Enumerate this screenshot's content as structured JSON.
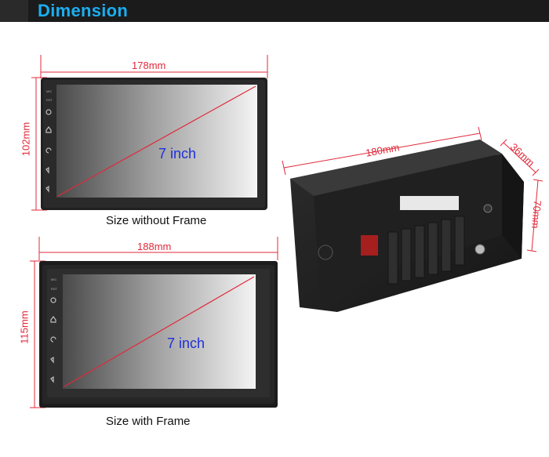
{
  "header": {
    "title": "Dimension"
  },
  "top_unit": {
    "width_label": "178mm",
    "height_label": "102mm",
    "screen_size": "7 inch",
    "caption": "Size without Frame"
  },
  "bottom_unit": {
    "width_label": "188mm",
    "height_label": "115mm",
    "screen_size": "7 inch",
    "caption": "Size with Frame"
  },
  "back_unit": {
    "width_label": "180mm",
    "depth_label": "36mm",
    "height_label": "70mm"
  },
  "colors": {
    "header_bg": "#1b1b1b",
    "title": "#1aaef0",
    "dimension": "#e0293a",
    "screen_label": "#1f2fd8"
  }
}
